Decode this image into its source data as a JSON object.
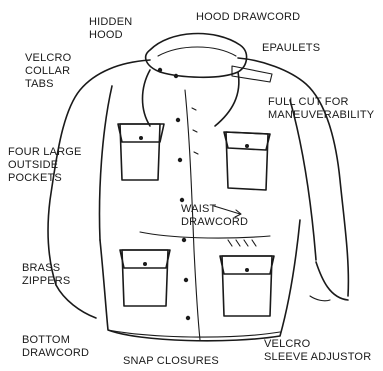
{
  "labels": {
    "hidden_hood": "HIDDEN\nHOOD",
    "hood_drawcord": "HOOD DRAWCORD",
    "epaulets": "EPAULETS",
    "velcro_collar_tabs": "VELCRO\nCOLLAR\nTABS",
    "full_cut": "FULL CUT FOR\nMANEUVERABILITY",
    "four_pockets": "FOUR LARGE\nOUTSIDE\nPOCKETS",
    "waist_drawcord": "WAIST\nDRAWCORD",
    "brass_zippers": "BRASS\nZIPPERS",
    "bottom_drawcord": "BOTTOM\nDRAWCORD",
    "snap_closures": "SNAP CLOSURES",
    "velcro_sleeve_adjustor": "VELCRO\nSLEEVE ADJUSTOR"
  }
}
